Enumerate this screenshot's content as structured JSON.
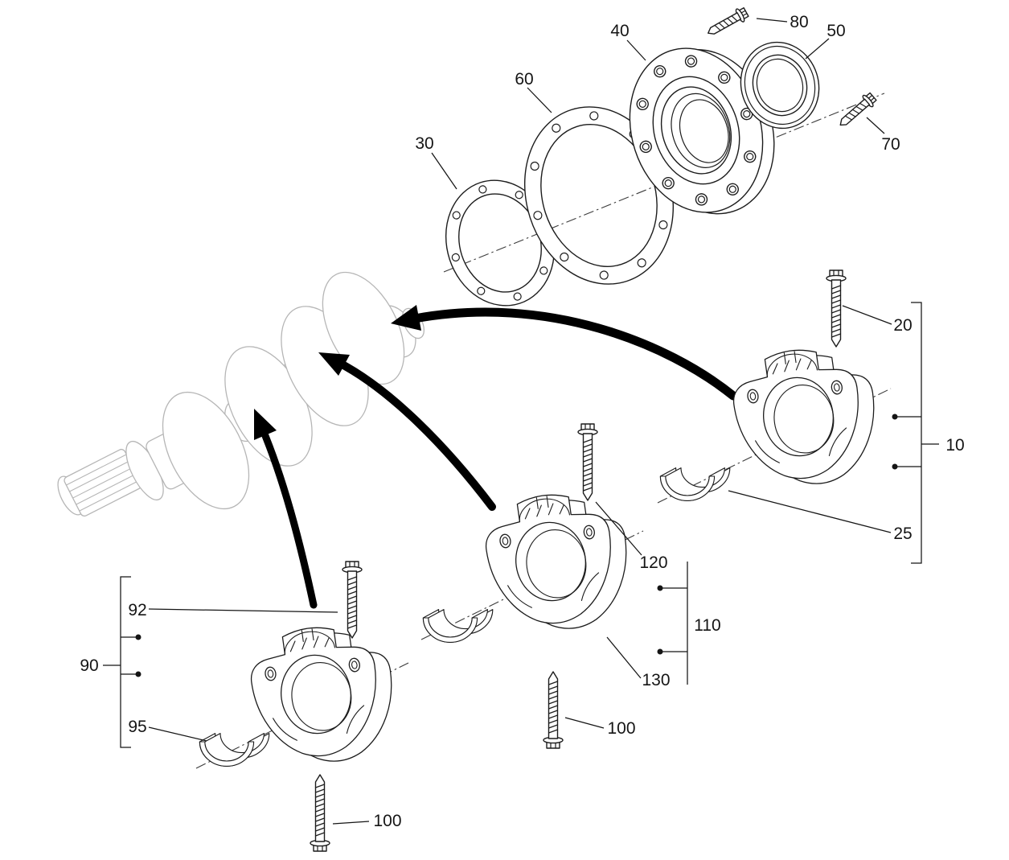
{
  "figure": {
    "kind": "exploded-parts-diagram",
    "background": "#ffffff"
  },
  "colors": {
    "line": "#1c1c1c",
    "ghost_part": "#b6b6b6",
    "axis_line": "#3c3c3c",
    "arrow": "#000000",
    "text": "#151515"
  },
  "labels": {
    "n40": "40",
    "n80": "80",
    "n50": "50",
    "n60": "60",
    "n70": "70",
    "n30": "30",
    "n20": "20",
    "n10": "10",
    "n25": "25",
    "n120": "120",
    "n110": "110",
    "n130": "130",
    "n92": "92",
    "n90": "90",
    "n95": "95",
    "n100_mid": "100",
    "n100_bottom": "100"
  }
}
